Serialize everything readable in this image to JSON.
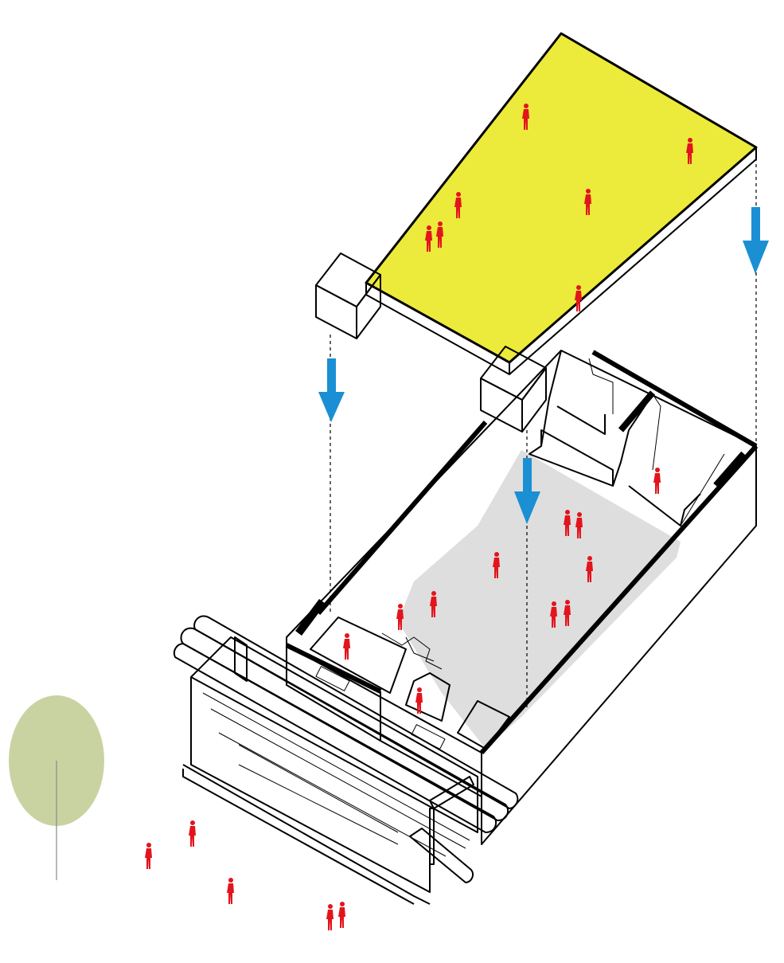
{
  "colors": {
    "roof": "#ecea3a",
    "roof_side": "#dcd62a",
    "floor": "#dedede",
    "room": "#d98566",
    "arrow": "#1a8fd4",
    "person": "#e3141c",
    "tree": "#c9d3a2",
    "line": "#000000"
  },
  "icons": {
    "arrow": "down-arrow-icon",
    "person": "person-figure-icon",
    "tree": "tree-icon"
  },
  "roof_people_count": 7,
  "floor_people_count": 10,
  "street_people_count": 5
}
